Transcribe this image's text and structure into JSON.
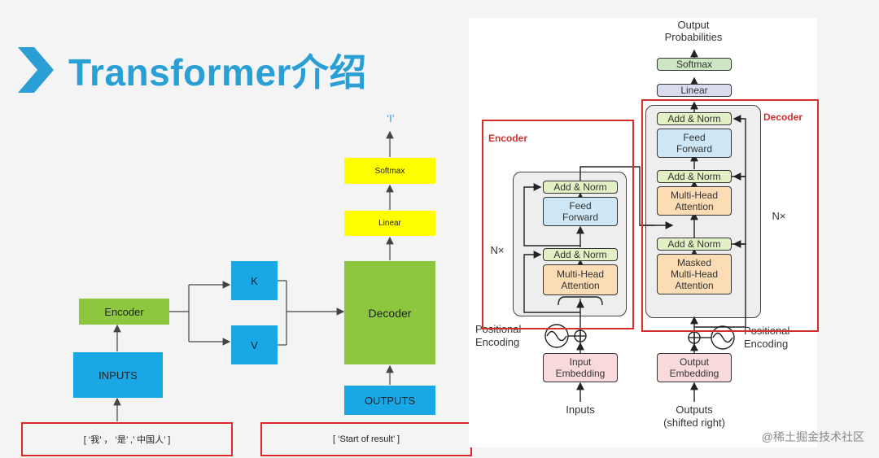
{
  "slide": {
    "title": "Transformer介绍"
  },
  "left_diagram": {
    "output_token": "‘I’",
    "softmax": "Softmax",
    "linear": "Linear",
    "encoder": "Encoder",
    "k": "K",
    "v": "V",
    "decoder": "Decoder",
    "inputs": "INPUTS",
    "outputs": "OUTPUTS",
    "input_tokens": "[ ‘我’ ， ‘是’ ,’ 中国人’ ]",
    "output_tokens": "[ ‘Start of result’ ]"
  },
  "right_diagram": {
    "output_probabilities": "Output\nProbabilities",
    "softmax": "Softmax",
    "linear": "Linear",
    "encoder_label": "Encoder",
    "decoder_label": "Decoder",
    "enc_add_norm_top": "Add & Norm",
    "enc_feed_forward": "Feed\nForward",
    "enc_add_norm_bottom": "Add & Norm",
    "enc_attention": "Multi-Head\nAttention",
    "dec_add_norm_top": "Add & Norm",
    "dec_feed_forward": "Feed\nForward",
    "dec_add_norm_mid": "Add & Norm",
    "dec_attention": "Multi-Head\nAttention",
    "dec_add_norm_bottom": "Add & Norm",
    "dec_masked_attention": "Masked\nMulti-Head\nAttention",
    "enc_nx": "N×",
    "dec_nx": "N×",
    "enc_positional": "Positional\nEncoding",
    "dec_positional": "Positional\nEncoding",
    "input_embedding": "Input\nEmbedding",
    "output_embedding": "Output\nEmbedding",
    "inputs": "Inputs",
    "outputs": "Outputs\n(shifted right)"
  },
  "watermark": "@稀土掘金技术社区",
  "colors": {
    "accent": "#2a9fd6",
    "green": "#8dc63f",
    "cyan": "#1aa7e6",
    "yellow": "#ffff00",
    "red": "#e0262b"
  }
}
